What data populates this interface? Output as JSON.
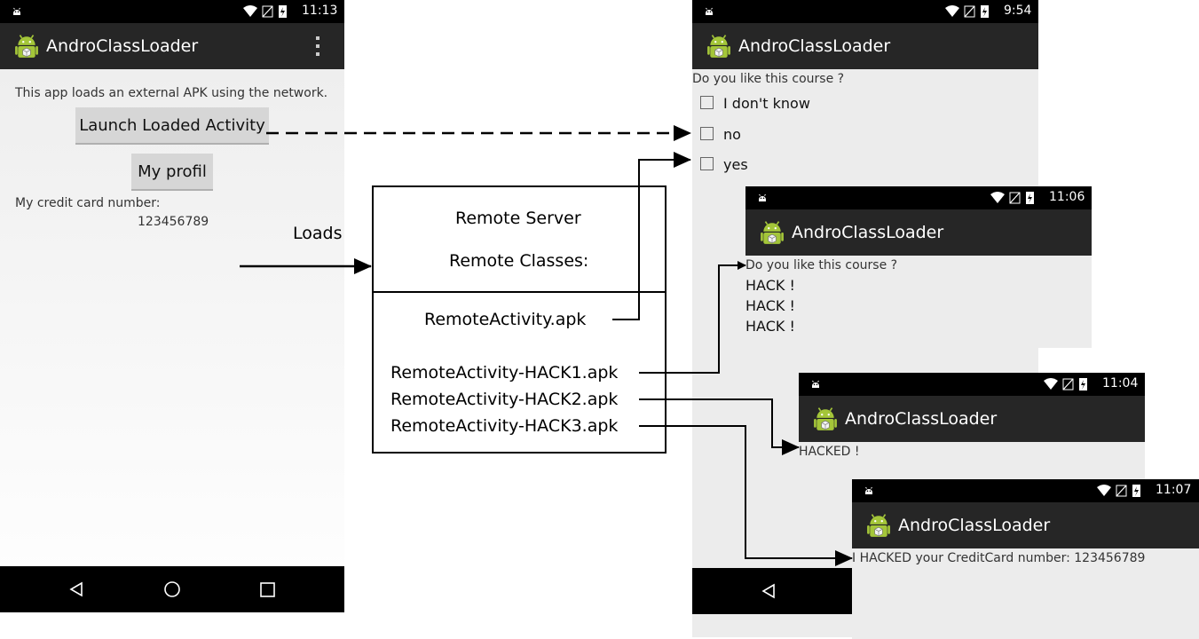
{
  "colors": {
    "status_bar": "#000000",
    "action_bar": "#262626",
    "screen_background": "#ececec",
    "button": "#d6d6d6",
    "android_green": "#8bc34a"
  },
  "phone_main": {
    "status_time": "11:13",
    "app_title": "AndroClassLoader",
    "description": "This app loads an external APK using the network.",
    "launch_button": "Launch Loaded Activity",
    "profil_button": "My profil",
    "credit_label": "My credit card number:",
    "credit_value": "123456789",
    "nav_icons": [
      "back-icon",
      "home-icon",
      "recents-icon"
    ]
  },
  "diagram": {
    "loads_label": "Loads",
    "server_title": "Remote Server",
    "classes_title": "Remote Classes:",
    "files": [
      "RemoteActivity.apk",
      "RemoteActivity-HACK1.apk",
      "RemoteActivity-HACK2.apk",
      "RemoteActivity-HACK3.apk"
    ]
  },
  "screen_quiz": {
    "status_time": "9:54",
    "app_title": "AndroClassLoader",
    "question": "Do you like this course ?",
    "options": [
      "I don't know",
      "no",
      "yes"
    ]
  },
  "screen_hack1": {
    "status_time": "11:06",
    "app_title": "AndroClassLoader",
    "question": "Do you like this course ?",
    "lines": [
      "HACK !",
      "HACK !",
      "HACK !"
    ]
  },
  "screen_hack2": {
    "status_time": "11:04",
    "app_title": "AndroClassLoader",
    "message": "HACKED !"
  },
  "screen_hack3": {
    "status_time": "11:07",
    "app_title": "AndroClassLoader",
    "message": "I HACKED your CreditCard number: 123456789"
  }
}
